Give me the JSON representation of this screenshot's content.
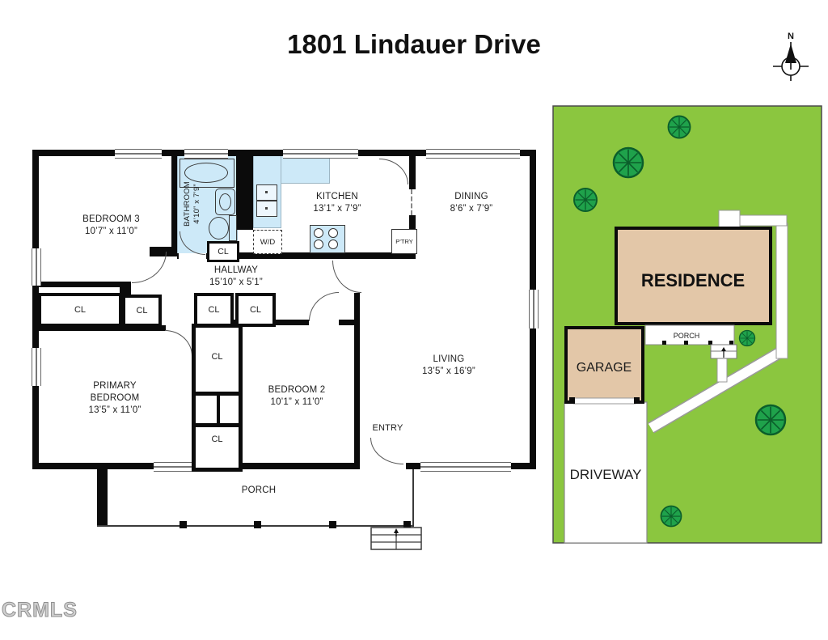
{
  "title": "1801 Lindauer Drive",
  "watermark": "CRMLS",
  "compass_label": "N",
  "colors": {
    "lot_green": "#8bc63f",
    "tree_green": "#1fa24b",
    "building_tan": "#e3c7a8",
    "bath_blue": "#cde9f8",
    "wall_black": "#0b0b0b"
  },
  "floorplan": {
    "rooms": {
      "bedroom3": {
        "name": "BEDROOM 3",
        "dims": "10’7” x 11’0”"
      },
      "bathroom": {
        "name": "BATHROOM",
        "dims": "4’10” x 7’9”"
      },
      "kitchen": {
        "name": "KITCHEN",
        "dims": "13’1” x 7’9”"
      },
      "dining": {
        "name": "DINING",
        "dims": "8’6” x 7’9”"
      },
      "hallway": {
        "name": "HALLWAY",
        "dims": "15’10” x 5’1”"
      },
      "primary": {
        "name": "PRIMARY BEDROOM",
        "dims": "13’5” x 11’0”"
      },
      "bedroom2": {
        "name": "BEDROOM 2",
        "dims": "10’1” x 11’0”"
      },
      "living": {
        "name": "LIVING",
        "dims": "13’5” x 16’9”"
      }
    },
    "labels": {
      "entry": "ENTRY",
      "porch": "PORCH",
      "washer_dryer": "W/D",
      "pantry": "P’TRY",
      "closet": "CL"
    }
  },
  "siteplan": {
    "residence": "RESIDENCE",
    "porch": "PORCH",
    "garage": "GARAGE",
    "driveway": "DRIVEWAY"
  }
}
